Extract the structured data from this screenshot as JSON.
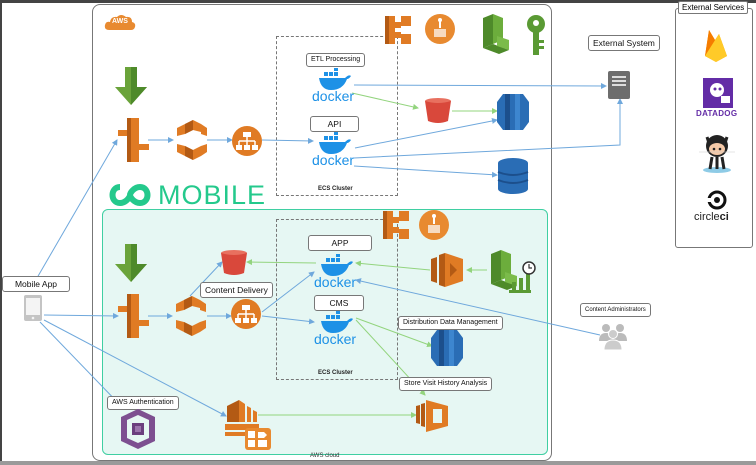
{
  "diagram": {
    "aws_badge": "AWS",
    "aws_cloud_caption": "AWS cloud",
    "mobile_brand": "MOBILE",
    "ecs_clusters": [
      {
        "caption": "ECS Cluster",
        "services": [
          "ETL Processing",
          "API"
        ]
      },
      {
        "caption": "ECS Cluster",
        "services": [
          "APP",
          "CMS"
        ]
      }
    ],
    "docker_wordmark": "docker",
    "labels": {
      "etl_processing": "ETL Processing",
      "api": "API",
      "app": "APP",
      "cms": "CMS",
      "external_system": "External System",
      "mobile_app": "Mobile App",
      "content_delivery": "Content Delivery",
      "distribution_data_management": "Distribution Data Management",
      "store_visit_history_analysis": "Store Visit History Analysis",
      "aws_authentication": "AWS Authentication",
      "content_administrators": "Content Administrators"
    },
    "external_services": {
      "title": "External Services",
      "items": [
        {
          "name": "Firebase",
          "icon": "firebase-icon"
        },
        {
          "name": "DATADOG",
          "icon": "datadog-icon"
        },
        {
          "name": "GitHub",
          "icon": "github-octocat-icon"
        },
        {
          "name": "circleci",
          "icon": "circleci-icon"
        }
      ],
      "datadog_text": "DATADOG",
      "circleci_text_a": "circle",
      "circleci_text_b": "ci"
    },
    "colors": {
      "aws_orange": "#e07b24",
      "aws_green": "#5a9a34",
      "docker_blue": "#1d91e6",
      "dynamo_blue": "#2a6db5",
      "s3_red": "#d9483b",
      "mobile_green": "#24c98c",
      "mobile_bg": "#e6f7f3",
      "cognito_purple": "#6b3f7e",
      "arrow_blue": "#6fa8dc",
      "arrow_green": "#93d47e"
    }
  }
}
